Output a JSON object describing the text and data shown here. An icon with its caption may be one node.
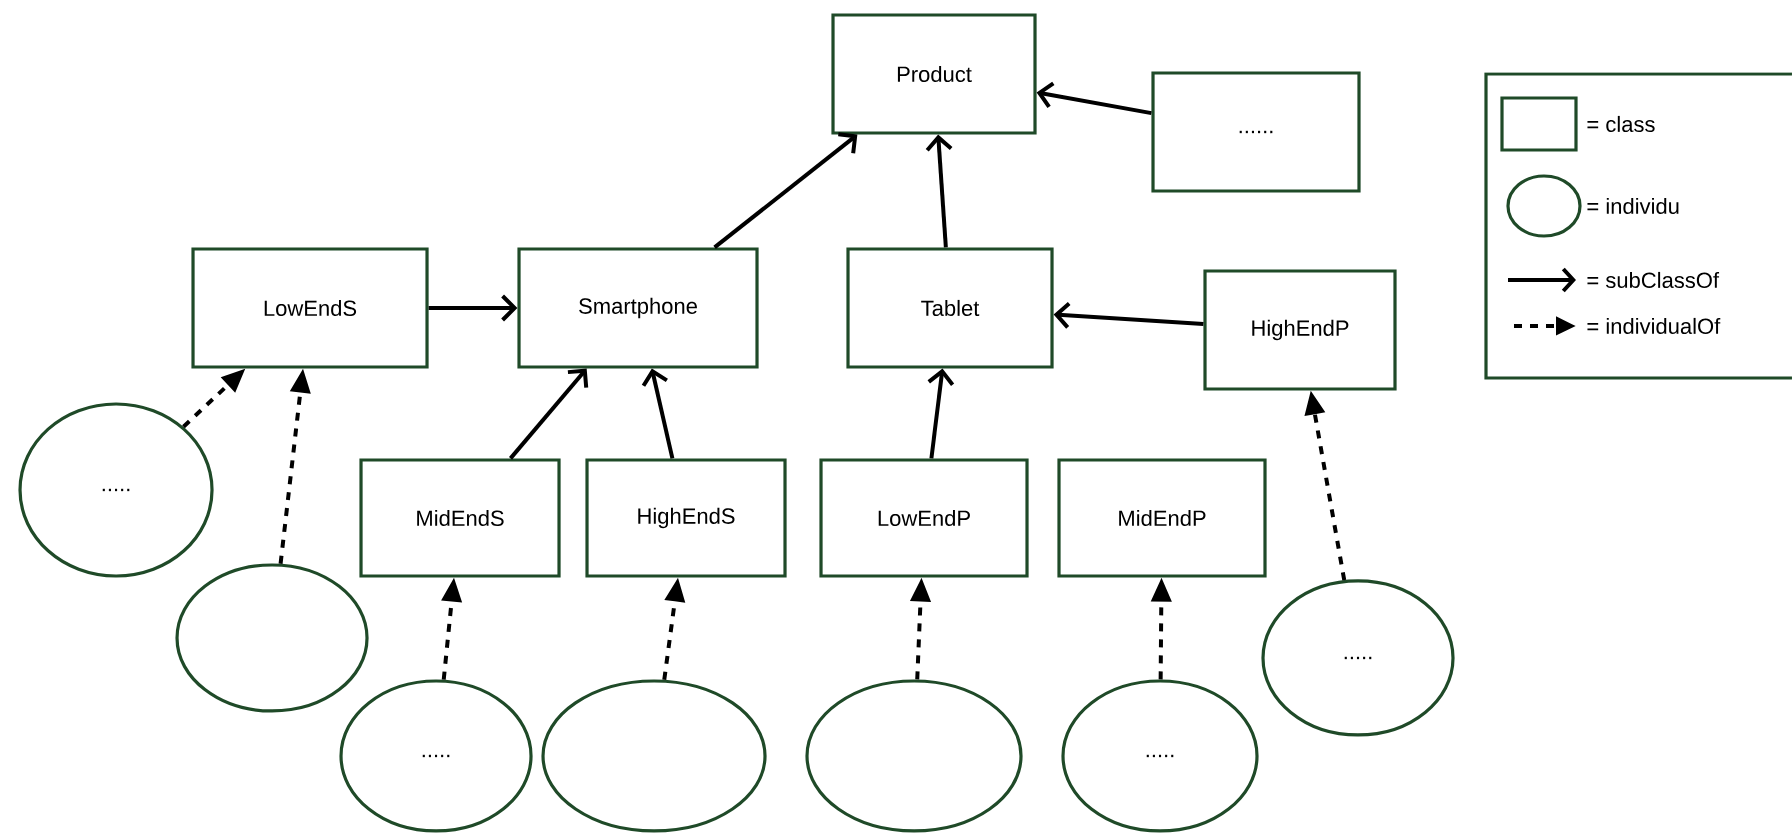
{
  "diagram": {
    "nodes": [
      {
        "text": [
          "Product"
        ]
      },
      {
        "text": [
          "......"
        ]
      },
      {
        "text": [
          "LowEndS"
        ]
      },
      {
        "text": [
          "Smartphone"
        ]
      },
      {
        "text": [
          "Tablet"
        ]
      },
      {
        "text": [
          "HighEndP"
        ]
      },
      {
        "text": [
          "MidEndS"
        ]
      },
      {
        "text": [
          "HighEndS"
        ]
      },
      {
        "text": [
          "LowEndP"
        ]
      },
      {
        "text": [
          "MidEndP"
        ]
      },
      {
        "text": [
          "....."
        ]
      },
      {
        "text": [],
        "shape": "circle"
      },
      {
        "text": [
          "....."
        ]
      },
      {
        "text": [],
        "shape": "circle"
      },
      {
        "text": [],
        "shape": "circle"
      },
      {
        "text": [
          "....."
        ]
      },
      {
        "text": [
          "....."
        ]
      }
    ],
    "edges": [
      {
        "from": 1,
        "to": 0,
        "arrow": "to"
      },
      {
        "from": 3,
        "to": 0,
        "arrow": "to"
      },
      {
        "from": 4,
        "to": 0,
        "arrow": "to"
      },
      {
        "from": 2,
        "to": 3,
        "arrow": "to"
      },
      {
        "from": 5,
        "to": 4,
        "arrow": "to"
      },
      {
        "from": 6,
        "to": 3,
        "arrow": "to"
      },
      {
        "from": 7,
        "to": 3,
        "arrow": "to"
      },
      {
        "from": 8,
        "to": 4,
        "arrow": "to"
      },
      {
        "from": 10,
        "to": 2,
        "arrow": "to",
        "style": "dashed"
      },
      {
        "from": 11,
        "to": 2,
        "arrow": "to",
        "style": "dashed"
      },
      {
        "from": 12,
        "to": 6,
        "arrow": "to",
        "style": "dashed"
      },
      {
        "from": 13,
        "to": 7,
        "arrow": "to",
        "style": "dashed"
      },
      {
        "from": 14,
        "to": 8,
        "arrow": "to",
        "style": "dashed"
      },
      {
        "from": 15,
        "to": 9,
        "arrow": "to",
        "style": "dashed"
      },
      {
        "from": 16,
        "to": 5,
        "arrow": "to",
        "style": "dashed"
      }
    ],
    "legend": [
      {
        "text": "= class"
      },
      {
        "text": "= individu"
      },
      {
        "text": "= subClassOf"
      },
      {
        "text": "= individualOf"
      }
    ]
  }
}
